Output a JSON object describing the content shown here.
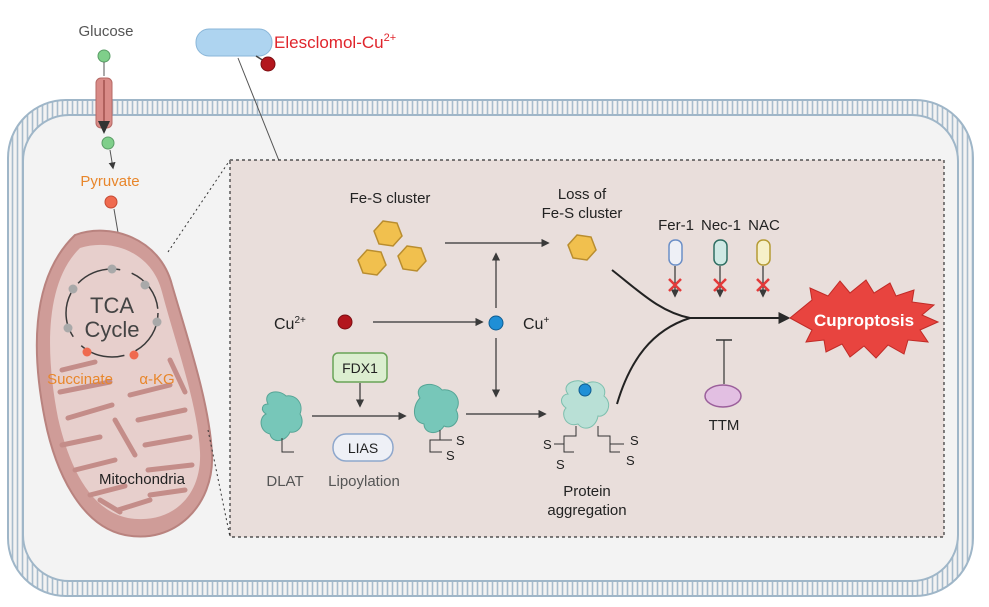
{
  "labels": {
    "glucose": "Glucose",
    "elesclomol": "Elesclomol-Cu",
    "elesclomol_sup": "2+",
    "pyruvate": "Pyruvate",
    "tca_line1": "TCA",
    "tca_line2": "Cycle",
    "succinate": "Succinate",
    "akg": "α-KG",
    "mitochondria": "Mitochondria",
    "fes_cluster": "Fe-S cluster",
    "loss_line1": "Loss of",
    "loss_line2": "Fe-S cluster",
    "cu2": "Cu",
    "cu2_sup": "2+",
    "cu1": "Cu",
    "cu1_sup": "+",
    "fdx1": "FDX1",
    "lias": "LIAS",
    "dlat": "DLAT",
    "lipoylation": "Lipoylation",
    "protein_line1": "Protein",
    "protein_line2": "aggregation",
    "inhibitors": [
      "Fer-1",
      "Nec-1",
      "NAC"
    ],
    "cuproptosis": "Cuproptosis",
    "ttm": "TTM",
    "sulfur": "S"
  },
  "colors": {
    "elesclomol_text": "#e0242b",
    "pyruvate_text": "#e8862b",
    "tca_metabolite_text": "#e8862b",
    "cuproptosis_burst": "#e8443f",
    "panel_fill": "#e9dedb",
    "cell_fill": "#f3f3f3",
    "membrane": "#9fb6c8",
    "mitochondria_outer": "#cf9c98",
    "mitochondria_inner": "#e7cfcc",
    "fes_fill": "#f1c04e",
    "cu2_fill": "#b3161d",
    "cu1_fill": "#1f8fd6",
    "protein_fill": "#77c7b9",
    "fdx1_fill": "#dceed0",
    "ttm_fill": "#e2bfe2",
    "cross": "#e33a3a"
  },
  "icons": [
    "glucose-transporter-icon",
    "elesclomol-carrier-icon",
    "fe-s-cluster-icon",
    "copper-ion-icon",
    "dlat-protein-icon",
    "inhibitor-capsule-icon",
    "inhibition-cross-icon",
    "cuproptosis-burst-icon"
  ]
}
